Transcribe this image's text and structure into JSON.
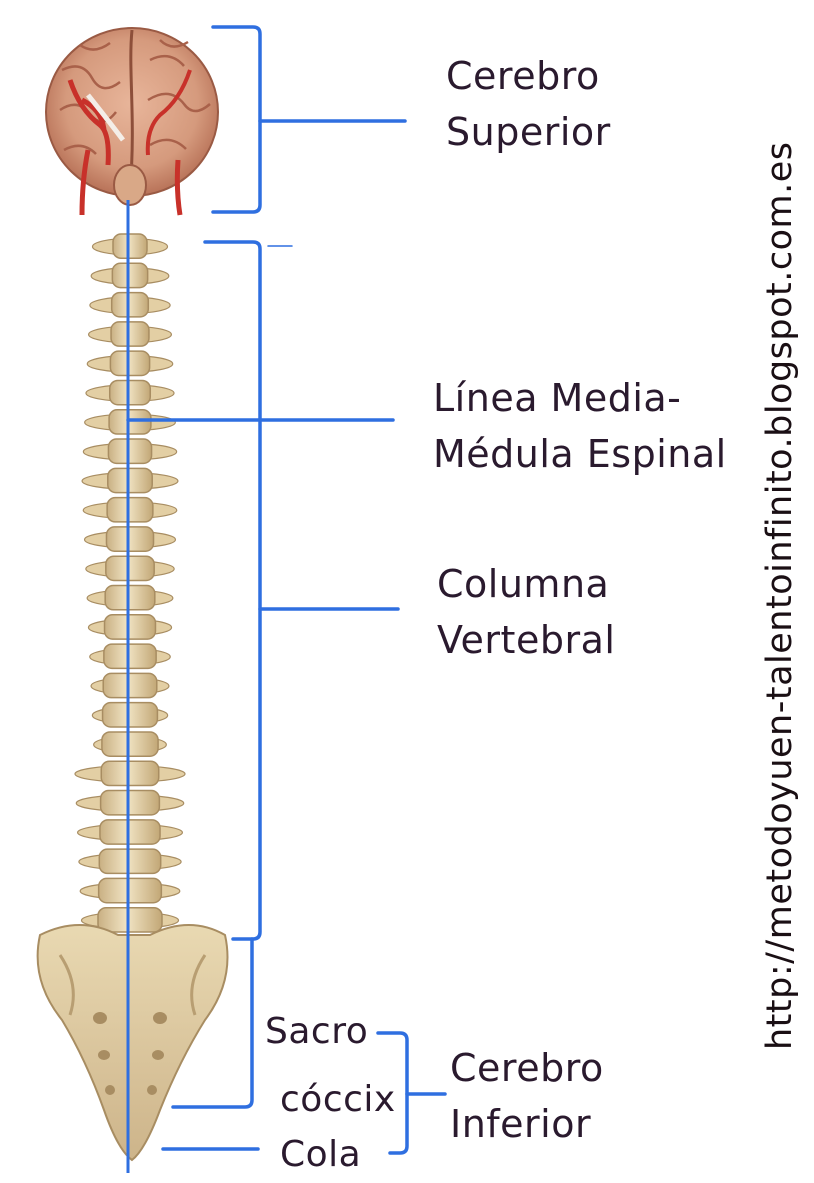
{
  "labels": {
    "cerebro_superior": [
      "Cerebro",
      "Superior"
    ],
    "linea_media": [
      "Línea Media-",
      "Médula Espinal"
    ],
    "columna": [
      "Columna",
      "Vertebral"
    ],
    "sacro": "Sacro",
    "coccix": "cóccix",
    "cola": "Cola",
    "cerebro_inferior": [
      "Cerebro",
      "Inferior"
    ]
  },
  "url": "http://metodoyuen-talentoinfinito.blogspot.com.es",
  "colors": {
    "bracket": "#2f6fe0",
    "text": "#2a1a2e",
    "bone": "#e8d7b0",
    "bone_shadow": "#b89e72",
    "brain": "#d59a7d",
    "brain_dark": "#a9614a",
    "artery": "#c8312a"
  },
  "icons": [
    "brain-illustration",
    "spine-illustration",
    "sacrum-illustration"
  ]
}
